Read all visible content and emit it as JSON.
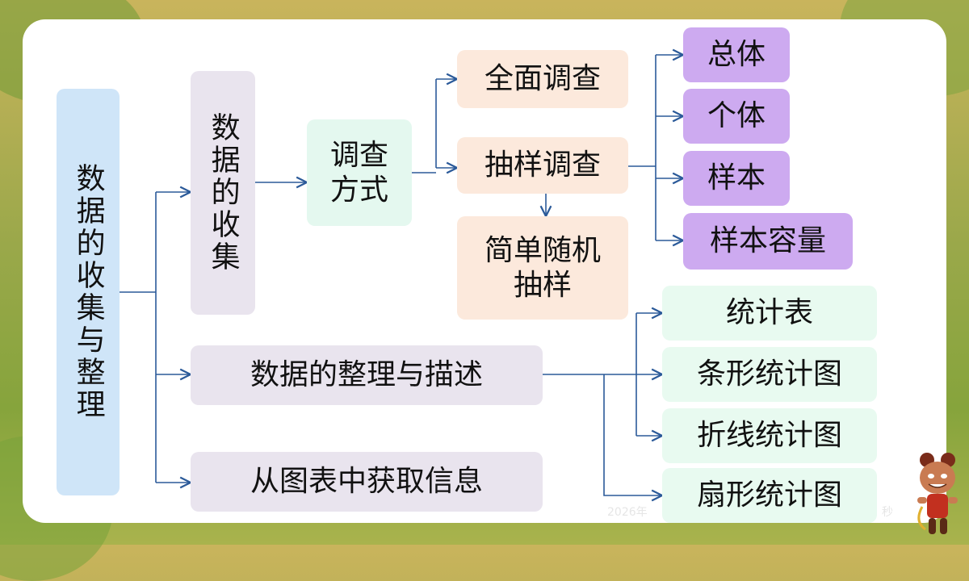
{
  "diagram": {
    "root": "数据的收集与整理",
    "collection": "数据的收集",
    "survey_method": "调查方式",
    "full_survey": "全面调查",
    "sample_survey": "抽样调查",
    "simple_random": "简单随机抽样",
    "concepts": [
      "总体",
      "个体",
      "样本",
      "样本容量"
    ],
    "organize": "数据的整理与描述",
    "charts": [
      "统计表",
      "条形统计图",
      "折线统计图",
      "扇形统计图"
    ],
    "info": "从图表中获取信息"
  },
  "watermark": {
    "left": "2026年",
    "right": "秒"
  },
  "colors": {
    "root_fill": "#cfe5f8",
    "branch_fill": "#e9e4ee",
    "method_fill": "#e4f8ef",
    "survey_fill": "#fce9dc",
    "concept_fill": "#cdaaf0",
    "chart_fill": "#e8faf0",
    "connector": "#2b5a99"
  }
}
